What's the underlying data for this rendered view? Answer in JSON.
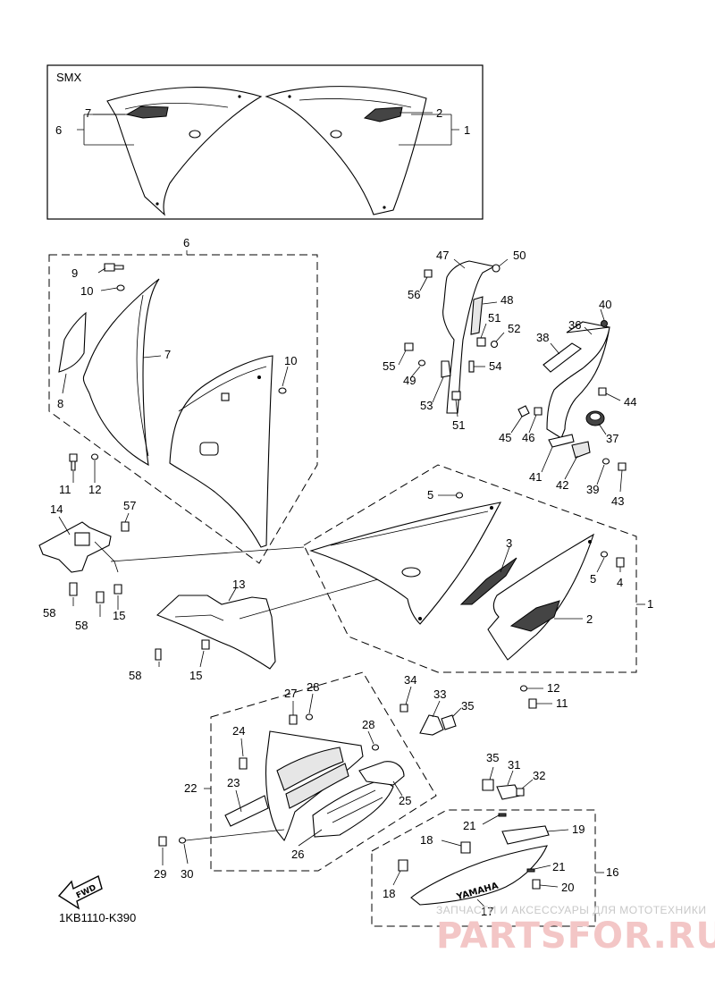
{
  "diagram_code": "1KB1110-K390",
  "inset": {
    "title": "SMX"
  },
  "fwd_label": "FWD",
  "yamaha_label": "YAMAHA",
  "watermark": {
    "caption": "ЗАПЧАСТИ И АКСЕССУАРЫ ДЛЯ МОТОТЕХНИКИ",
    "brand": "PARTSFOR.RU"
  },
  "labels": {
    "l6_inset": "6",
    "l7_inset": "7",
    "l2_inset": "2",
    "l1_inset": "1",
    "l6": "6",
    "l9": "9",
    "l10a": "10",
    "l10b": "10",
    "l7": "7",
    "l8": "8",
    "l11a": "11",
    "l12a": "12",
    "l47": "47",
    "l50": "50",
    "l56": "56",
    "l48": "48",
    "l51a": "51",
    "l52": "52",
    "l55": "55",
    "l49": "49",
    "l54": "54",
    "l53": "53",
    "l51b": "51",
    "l40": "40",
    "l36": "36",
    "l38": "38",
    "l44": "44",
    "l45": "45",
    "l46": "46",
    "l37": "37",
    "l41": "41",
    "l42": "42",
    "l39": "39",
    "l43": "43",
    "l14": "14",
    "l57": "57",
    "l58a": "58",
    "l58b": "58",
    "l15a": "15",
    "l13": "13",
    "l58c": "58",
    "l15b": "15",
    "l5a": "5",
    "l3": "3",
    "l5b": "5",
    "l4": "4",
    "l1": "1",
    "l2": "2",
    "l12b": "12",
    "l11b": "11",
    "l34": "34",
    "l33": "33",
    "l35a": "35",
    "l27": "27",
    "l28a": "28",
    "l28b": "28",
    "l24": "24",
    "l22": "22",
    "l23": "23",
    "l25": "25",
    "l26": "26",
    "l29": "29",
    "l30": "30",
    "l35b": "35",
    "l31": "31",
    "l32": "32",
    "l21a": "21",
    "l19": "19",
    "l18a": "18",
    "l16": "16",
    "l21b": "21",
    "l18b": "18",
    "l20": "20",
    "l17": "17"
  }
}
